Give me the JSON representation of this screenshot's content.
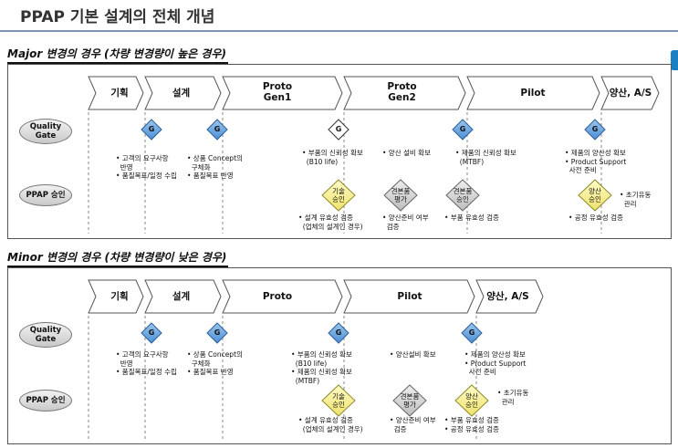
{
  "title": "PPAP 기본 설계의 전체 개념",
  "major": {
    "heading": "Major 변경의 경우 (차량 변경량이 높은 경우)",
    "stages": [
      "기획",
      "설계",
      "Proto\nGen1",
      "Proto\nGen2",
      "Pilot",
      "양산, A/S"
    ],
    "row_labels": {
      "quality_gate": "Quality\nGate",
      "ppap": "PPAP 승인"
    },
    "gate_letter": "G",
    "notes": {
      "g1": "• 고객의 요구사항\n  반영\n• 품질목표/일정 수립",
      "g2": "• 상품 Concept의\n  구체화\n• 품질목표 반영",
      "g3a": "• 부품의 신뢰성 확보\n  (B10 life)",
      "g3b": "• 양산 설비 확보",
      "g4": "• 제품의 신뢰성 확보\n  (MTBF)",
      "g5": "• 제품의 양산성 확보\n• Product Support\n  사전 준비",
      "p1": "• 설계 유효성 검증\n  (업체의 설계인 경우)",
      "p2": "• 양산준비 여부\n  검증",
      "p3": "• 부품 유효성 검증",
      "p4": "• 공정 유효성 검증",
      "p5": "• 초기유동\n  관리"
    },
    "badges": [
      "기술\n승인",
      "견본품\n평가",
      "견본품\n승인",
      "양산\n승인"
    ]
  },
  "minor": {
    "heading": "Minor 변경의 경우 (차량 변경량이 낮은 경우)",
    "stages": [
      "기획",
      "설계",
      "Proto",
      "Pilot",
      "양산, A/S"
    ],
    "row_labels": {
      "quality_gate": "Quality\nGate",
      "ppap": "PPAP 승인"
    },
    "gate_letter": "G",
    "notes": {
      "g1": "• 고객의 요구사항\n  반영\n• 품질목표/일정 수립",
      "g2": "• 상품 Concept의\n  구체화\n• 품질목표 반영",
      "g3a": "• 부품의 신뢰성 확보\n  (B10 life)\n• 제품의 신뢰성 확보\n  (MTBF)",
      "g3b": "• 양산설비 확보",
      "g4": "• 제품의 양산성 확보\n• Product Support\n  사전 준비",
      "p1": "• 설계 유효성 검증\n  (업체의 설계인 경우)",
      "p2": "• 양산준비 여부\n  검증",
      "p3": "• 부품 유효성 검증\n• 공정 유효성 검증",
      "p4": "• 초기유동\n  관리"
    },
    "badges": [
      "기술\n승인",
      "견본품\n평가",
      "양산\n승인"
    ]
  }
}
